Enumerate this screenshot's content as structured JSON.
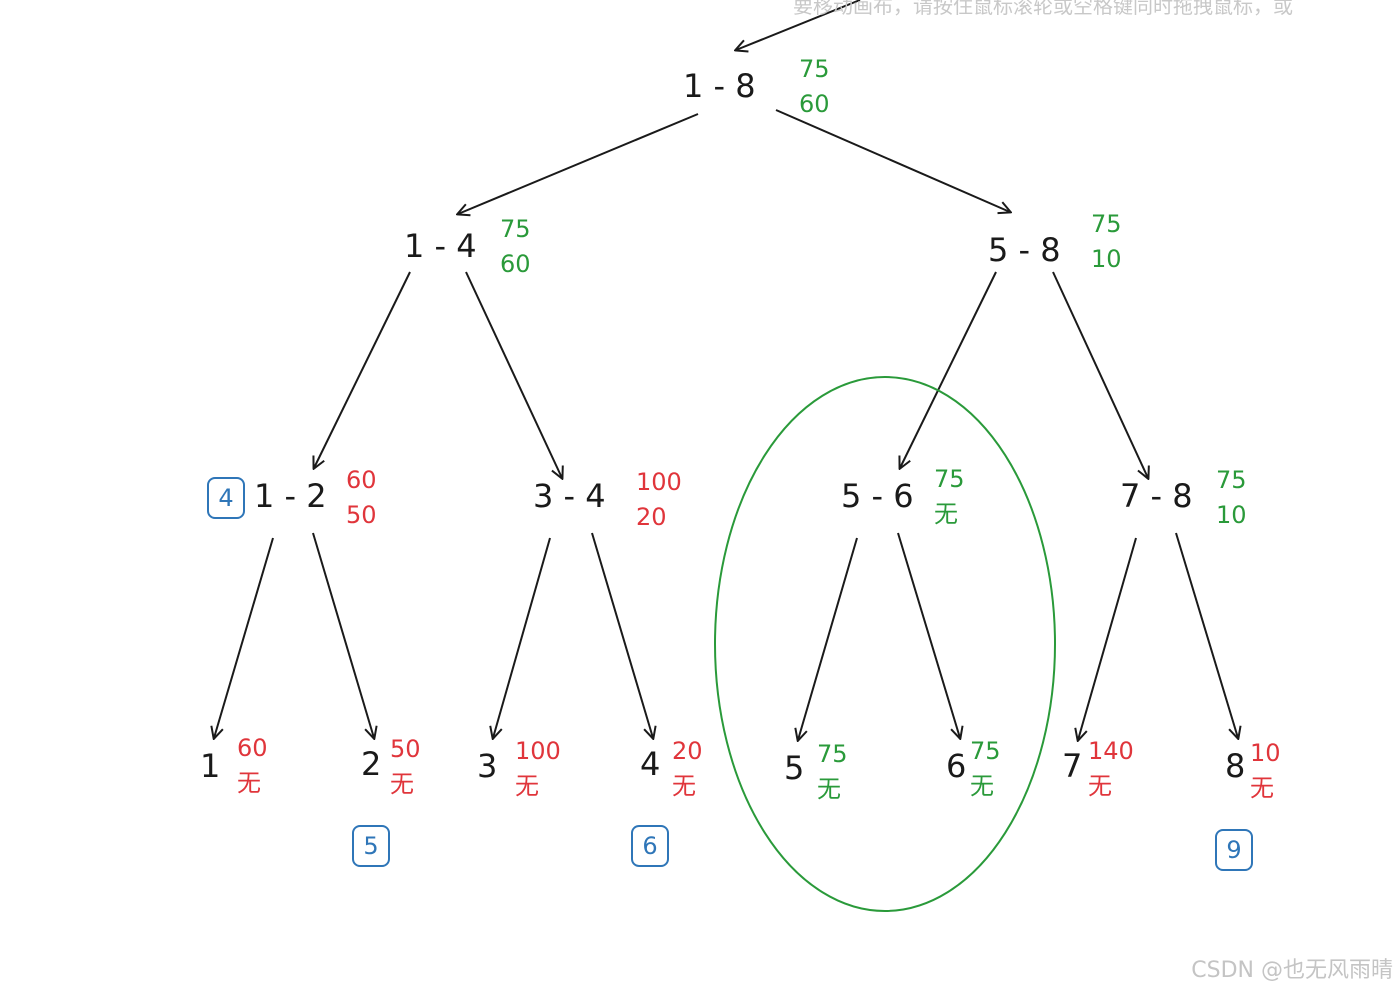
{
  "hint": "要移动画布，请按住鼠标滚轮或空格键同时拖拽鼠标，或",
  "watermark": "CSDN @也无风雨晴",
  "colors": {
    "green": "#2a9a3a",
    "red": "#e0353b",
    "blue": "#2f76b8",
    "text": "#1a1a1a"
  },
  "nodes": {
    "n18": {
      "label": "1 - 8",
      "v1": "75",
      "v2": "60"
    },
    "n14": {
      "label": "1 - 4",
      "v1": "75",
      "v2": "60"
    },
    "n58": {
      "label": "5 - 8",
      "v1": "75",
      "v2": "10"
    },
    "n12": {
      "label": "1 - 2",
      "v1": "60",
      "v2": "50",
      "badge": "4"
    },
    "n34": {
      "label": "3 - 4",
      "v1": "100",
      "v2": "20"
    },
    "n56": {
      "label": "5 - 6",
      "v1": "75",
      "v2": "无"
    },
    "n78": {
      "label": "7 - 8",
      "v1": "75",
      "v2": "10"
    },
    "l1": {
      "label": "1",
      "v1": "60",
      "v2": "无"
    },
    "l2": {
      "label": "2",
      "v1": "50",
      "v2": "无",
      "badge": "5"
    },
    "l3": {
      "label": "3",
      "v1": "100",
      "v2": "无"
    },
    "l4": {
      "label": "4",
      "v1": "20",
      "v2": "无",
      "badge": "6"
    },
    "l5": {
      "label": "5",
      "v1": "75",
      "v2": "无"
    },
    "l6": {
      "label": "6",
      "v1": "75",
      "v2": "无"
    },
    "l7": {
      "label": "7",
      "v1": "140",
      "v2": "无"
    },
    "l8": {
      "label": "8",
      "v1": "10",
      "v2": "无",
      "badge": "9"
    }
  }
}
